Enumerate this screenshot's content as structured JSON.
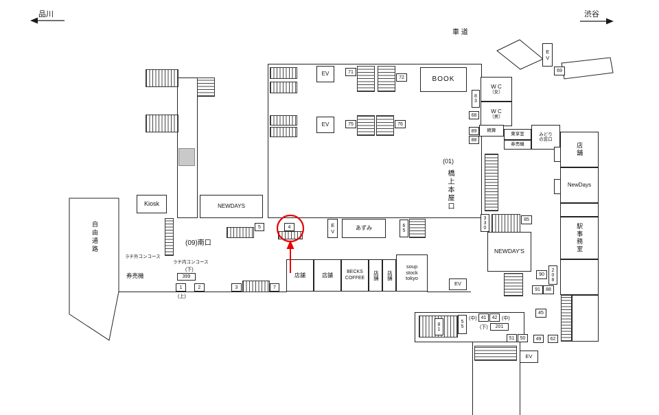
{
  "colors": {
    "highlight": "#e60000",
    "line": "#1a1a1a"
  },
  "nav": {
    "left_station": "品川",
    "right_station": "渋谷",
    "road": "車 道"
  },
  "areas": {
    "book": "BOOK",
    "wc_top": "W C",
    "wc_top_sub": "（女）",
    "wc_bottom": "W C",
    "wc_bottom_sub": "（男）",
    "seisan": "精算",
    "office_small": "東享室",
    "ticket_machine_right": "券売機",
    "midori_line1": "みどり",
    "midori_line2": "の窓口",
    "shop_right": "店舗",
    "newdays_right": "NewDays",
    "station_office": "駅事務室",
    "newdays_center": "NEWDAY'S",
    "main_exit_no": "(01)",
    "main_exit": "橋上本屋口",
    "azumi": "あずみ",
    "kiosk": "Kiosk",
    "newdays_south": "NEWDAYS",
    "south_exit": "(09)南口",
    "outside_concourse": "ラチ外コンコース",
    "inside_concourse": "ラチ内コンコース",
    "free_passage": "自由通路",
    "ticket_machine_left": "券売機",
    "shop1": "店舗",
    "shop2": "店舗",
    "becks_line1": "BECKS",
    "becks_line2": "COFFEE",
    "shop3": "店舗",
    "shop4": "店舗",
    "soup_line1": "soup",
    "soup_line2": "stock",
    "soup_line3": "tokyo",
    "ev": "EV"
  },
  "small_labels": {
    "up": "(上)",
    "down": "(下)",
    "mid_left": "(中)",
    "mid_right": "(中)",
    "down2": "(下)"
  },
  "badges": {
    "1": "1",
    "2": "2",
    "3": "3",
    "4": "4",
    "5": "5",
    "7": "7",
    "41": "41",
    "42": "42",
    "45": "45",
    "49": "49",
    "50": "50",
    "51": "51",
    "55": "55",
    "62": "62",
    "65": "65",
    "68": "68",
    "69": "69",
    "71": "71",
    "72": "72",
    "75": "75",
    "76": "76",
    "81": "81",
    "83": "83",
    "85": "85",
    "88a": "88",
    "88b": "88",
    "89": "89",
    "90": "90",
    "91": "91",
    "201": "201",
    "208": "208",
    "330": "330",
    "399": "399"
  }
}
